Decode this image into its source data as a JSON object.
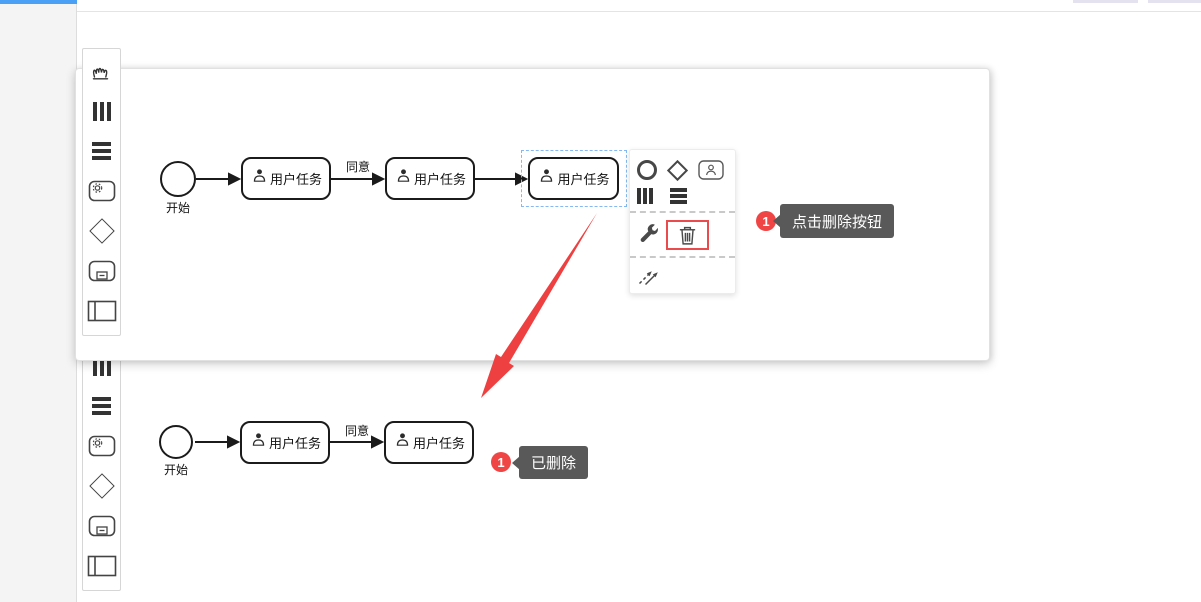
{
  "window": {
    "accent_bar_color": "#4aa0f5",
    "top_tab_color": "#e3e2ee"
  },
  "palette": {
    "tools": [
      "hand-tool",
      "space-tool",
      "lasso-tool",
      "create-task",
      "create-gateway",
      "create-subprocess",
      "create-pool"
    ]
  },
  "before_screenshot": {
    "start_label": "开始",
    "flow_label": "同意",
    "tasks": [
      "用户任务",
      "用户任务",
      "用户任务"
    ],
    "annotation": {
      "badge": "1",
      "text": "点击删除按钮"
    }
  },
  "context_pad": {
    "icons": [
      "append-end-event",
      "append-gateway",
      "append-user-task",
      "append-columns",
      "append-rows",
      "wrench-tool",
      "delete-trash",
      "connect-flow"
    ],
    "highlight_color": "#e84c4c"
  },
  "after_state": {
    "start_label": "开始",
    "flow_label": "同意",
    "tasks": [
      "用户任务",
      "用户任务"
    ],
    "annotation": {
      "badge": "1",
      "text": "已删除"
    }
  },
  "colors": {
    "annotation_red": "#f04545",
    "guide_arrow_red": "#ee4040",
    "tooltip_bg": "#595959",
    "selection_blue": "#86b9f2"
  }
}
